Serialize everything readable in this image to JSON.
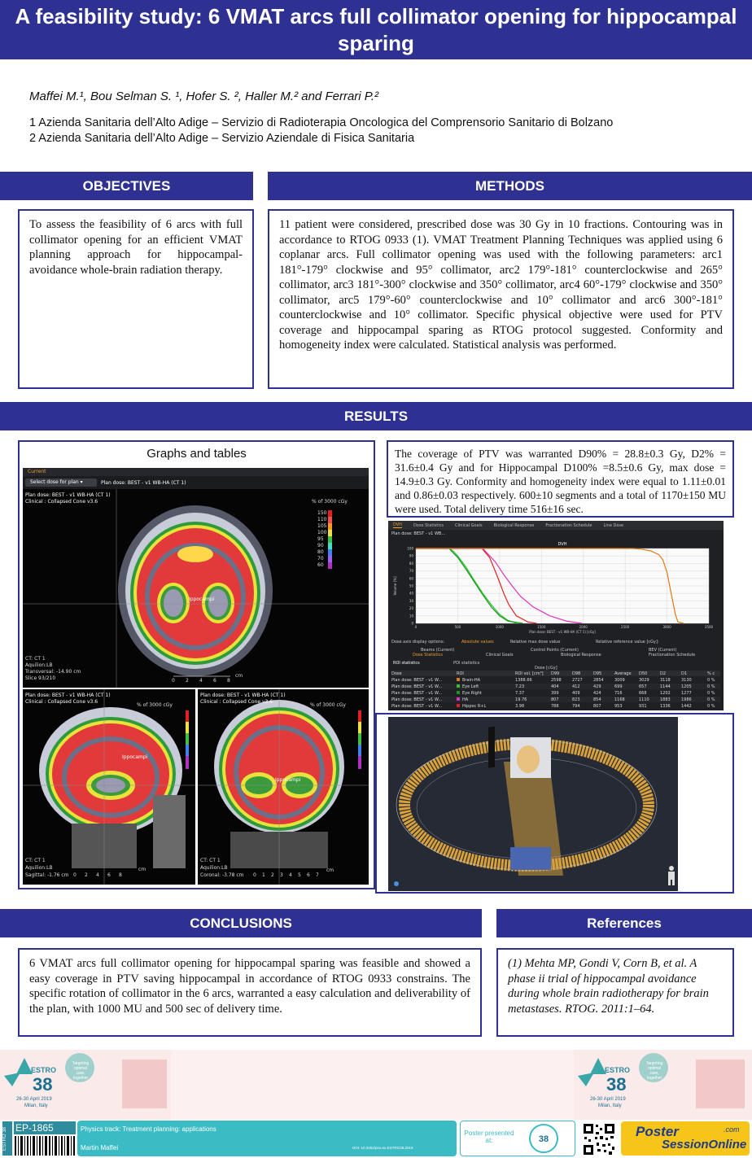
{
  "title": "A feasibility study: 6 VMAT arcs full collimator opening for hippocampal sparing",
  "authors": "Maffei M.¹, Bou Selman S. ¹, Hofer S. ², Haller M.² and Ferrari P.²",
  "affiliations": [
    "1 Azienda Sanitaria dell’Alto Adige – Servizio di Radioterapia Oncologica del Comprensorio Sanitario di Bolzano",
    "2 Azienda Sanitaria dell’Alto Adige – Servizio Aziendale di Fisica Sanitaria"
  ],
  "sections": {
    "objectives": {
      "label": "OBJECTIVES",
      "text": "To assess the feasibility of 6 arcs with full collimator opening for an efficient VMAT planning approach for hippocampal-avoidance whole-brain radiation therapy."
    },
    "methods": {
      "label": "METHODS",
      "text": "11 patient were considered, prescribed dose was 30 Gy in 10 fractions. Contouring was in accordance to RTOG 0933 (1). VMAT Treatment Planning Techniques was applied using 6 coplanar arcs. Full collimator opening was used with the following parameters: arc1 181°-179° clockwise and 95° collimator, arc2 179°-181° counterclockwise and 265° collimator, arc3 181°-300° clockwise and 350° collimator, arc4 60°-179° clockwise and 350° collimator, arc5 179°-60° counterclockwise and 10° collimator and arc6 300°-181° counterclockwise and 10° collimator. Specific physical objective were used for PTV coverage and hippocampal sparing as RTOG protocol suggested. Conformity and homogeneity index were calculated. Statistical analysis was performed."
    },
    "results": {
      "label": "RESULTS",
      "graphs_title": "Graphs and tables",
      "text": "The coverage of PTV was warranted D90% = 28.8±0.3 Gy, D2% = 31.6±0.4  Gy and for Hippocampal D100% =8.5±0.6 Gy, max dose = 14.9±0.3 Gy. Conformity and homogeneity index were equal to 1.11±0.01 and 0.86±0.03 respectively. 600±10 segments and a total of 1170±150 MU were used. Total delivery time 516±16 sec."
    },
    "conclusions": {
      "label": "CONCLUSIONS",
      "text": "6 VMAT arcs full collimator opening for hippocampal sparing was feasible and showed a easy coverage in PTV saving hippocampal in accordance of RTOG 0933 constrains. The specific rotation of collimator in the 6 arcs, warranted a easy calculation and deliverability of the plan, with 1000 MU and 500 sec of delivery time."
    },
    "references": {
      "label": "References",
      "text": "(1) Mehta MP, Gondi V, Corn B, et al. A phase ii trial of hippocampal avoidance during whole brain radiotherapy for brain metastases. RTOG. 2011:1–64."
    }
  },
  "ct_main": {
    "tab": "Current",
    "select_label": "Select dose for plan",
    "plan_label": "Plan dose: BEST - v1 WB-HA (CT 1)",
    "line1": "Plan dose: BEST - v1 WB-HA (CT 1)",
    "line2": "Clinical : Collapsed Cone v3.6",
    "legend_title": "% of 3000 cGy",
    "legend": [
      "150",
      "110",
      "105",
      "100",
      "95",
      "90",
      "80",
      "70",
      "60"
    ],
    "footer": [
      "CT: CT 1",
      "Aquilion:LB",
      "Transversal: -14.90 cm",
      "Slice 93/210"
    ],
    "structure_label": "Ippocampi",
    "scale": [
      "0",
      "2",
      "4",
      "6",
      "8"
    ],
    "scale_unit": "cm"
  },
  "ct_sag": {
    "line1": "Plan dose: BEST - v1 WB-HA (CT 1)",
    "line2": "Clinical : Collapsed Cone v3.6",
    "legend_title": "% of 3000 cGy",
    "footer": [
      "CT: CT 1",
      "Aquilion:LB",
      "Sagittal: -1.76 cm"
    ],
    "structure_label": "Ippocampi",
    "scale": [
      "0",
      "2",
      "4",
      "6",
      "8"
    ],
    "scale_unit": "cm"
  },
  "ct_cor": {
    "line1": "Plan dose: BEST - v1 WB-HA (CT 1)",
    "line2": "Clinical : Collapsed Cone v3.6",
    "legend_title": "% of 3000 cGy",
    "footer": [
      "CT: CT 1",
      "Aquilion:LB",
      "Coronal: -3.78 cm"
    ],
    "structure_label": "Ippocampi",
    "scale": [
      "0",
      "1",
      "2",
      "3",
      "4",
      "5",
      "6",
      "7"
    ],
    "scale_unit": "cm"
  },
  "dvh": {
    "tabs": [
      "DVH",
      "Dose Statistics",
      "Clinical Goals",
      "Biological Response",
      "Fractionation Schedule",
      "Line Dose"
    ],
    "active_tab": "DVH",
    "plan_label": "Plan dose: BEST - v1 WB...",
    "chart_title": "DVH",
    "xlabel": "Plan dose: BEST - v1 WB-HA (CT 1) [cGy]",
    "ylabel": "Volume [%]",
    "display_label": "Dose axis display options:",
    "options": [
      "Absolute values",
      "Relative max dose value",
      "Relative reference value [cGy]:"
    ],
    "lower_tabs": [
      "Beams (Current)",
      "Control Points (Current)",
      "BEV (Current)"
    ],
    "lower_tabs2": [
      "Dose Statistics",
      "Clinical Goals",
      "Biological Response",
      "Fractionation Schedule"
    ],
    "stat_opts": [
      "ROI statistics",
      "POI statistics"
    ],
    "headers": [
      "Dose",
      "ROI",
      "ROI vol. [cm³]",
      "D99",
      "D98",
      "D95",
      "Average",
      "D50",
      "D2",
      "D1",
      "% c"
    ],
    "dose_header": "Dose [cGy]",
    "rows": [
      {
        "dose": "Plan dose: BEST - v1 W...",
        "roi": "Brain-HA",
        "color": "#e07a12",
        "vol": "1388.66",
        "v": [
          "2598",
          "2727",
          "2854",
          "3009",
          "3029",
          "3118",
          "3130"
        ],
        "pct": "0 %"
      },
      {
        "dose": "Plan dose: BEST - v1 W...",
        "roi": "Eye Left",
        "color": "#30c030",
        "vol": "7.23",
        "v": [
          "404",
          "412",
          "429",
          "699",
          "657",
          "1144",
          "1205"
        ],
        "pct": "0 %"
      },
      {
        "dose": "Plan dose: BEST - v1 W...",
        "roi": "Eye Right",
        "color": "#1a9a1a",
        "vol": "7.37",
        "v": [
          "399",
          "409",
          "424",
          "716",
          "668",
          "1202",
          "1277"
        ],
        "pct": "0 %"
      },
      {
        "dose": "Plan dose: BEST - v1 W...",
        "roi": "HA",
        "color": "#e030c0",
        "vol": "19.76",
        "v": [
          "807",
          "823",
          "854",
          "1168",
          "1110",
          "1883",
          "1986"
        ],
        "pct": "0 %"
      },
      {
        "dose": "Plan dose: BEST - v1 W...",
        "roi": "Hippoc R+L",
        "color": "#e02020",
        "vol": "3.98",
        "v": [
          "788",
          "794",
          "807",
          "953",
          "931",
          "1336",
          "1442"
        ],
        "pct": "0 %"
      }
    ]
  },
  "chart_data": {
    "type": "line",
    "title": "DVH",
    "xlabel": "Plan dose: BEST - v1 WB-HA (CT 1) [cGy]",
    "ylabel": "Volume [%]",
    "xlim": [
      0,
      3500
    ],
    "ylim": [
      0,
      100
    ],
    "x_ticks": [
      "0",
      "500",
      "1000",
      "1500",
      "2000",
      "2500",
      "3000",
      "3500"
    ],
    "y_ticks": [
      "0",
      "10",
      "20",
      "30",
      "40",
      "50",
      "60",
      "70",
      "80",
      "90",
      "100"
    ],
    "grid": true,
    "series": [
      {
        "name": "Eye Left",
        "color": "#30c030",
        "x": [
          0,
          400,
          440,
          500,
          600,
          700,
          800,
          900,
          1000,
          1100,
          1205
        ],
        "y": [
          100,
          100,
          97,
          90,
          75,
          57,
          40,
          25,
          12,
          4,
          0
        ]
      },
      {
        "name": "Eye Right",
        "color": "#1a9a1a",
        "x": [
          0,
          399,
          430,
          500,
          600,
          700,
          800,
          900,
          1000,
          1100,
          1277
        ],
        "y": [
          100,
          100,
          96,
          88,
          72,
          55,
          38,
          22,
          10,
          3,
          0
        ]
      },
      {
        "name": "Hippoc R+L",
        "color": "#e02020",
        "x": [
          0,
          790,
          820,
          880,
          940,
          1000,
          1050,
          1110,
          1200,
          1336,
          1442
        ],
        "y": [
          100,
          100,
          96,
          88,
          72,
          55,
          40,
          25,
          10,
          2,
          0
        ]
      },
      {
        "name": "HA",
        "color": "#e030c0",
        "x": [
          0,
          800,
          850,
          950,
          1050,
          1150,
          1250,
          1400,
          1600,
          1800,
          1986
        ],
        "y": [
          100,
          100,
          94,
          82,
          65,
          50,
          36,
          22,
          10,
          3,
          0
        ]
      },
      {
        "name": "Brain-HA",
        "color": "#e07a12",
        "x": [
          0,
          2590,
          2700,
          2800,
          2900,
          2950,
          3000,
          3050,
          3100,
          3130,
          3200
        ],
        "y": [
          100,
          100,
          99,
          97,
          92,
          85,
          68,
          40,
          12,
          2,
          0
        ]
      }
    ]
  },
  "footer": {
    "event": "ESTRO",
    "event_num": "38",
    "dates": "26-30 April 2019",
    "city": "Milan, Italy",
    "tagline": "Targeting optimal care, together",
    "poster_id": "EP-1865",
    "side_code": "ESTRO 38",
    "track": "Physics track: Treatment planning: applications",
    "presenter": "Martin Maffei",
    "doi": "DOI: 10.3252/pso.eu.ESTRO38.2019",
    "presented_label": "Poster presented at:",
    "brand_main": "Poster",
    "brand_sub": "SessionOnline",
    "brand_tld": ".com"
  }
}
